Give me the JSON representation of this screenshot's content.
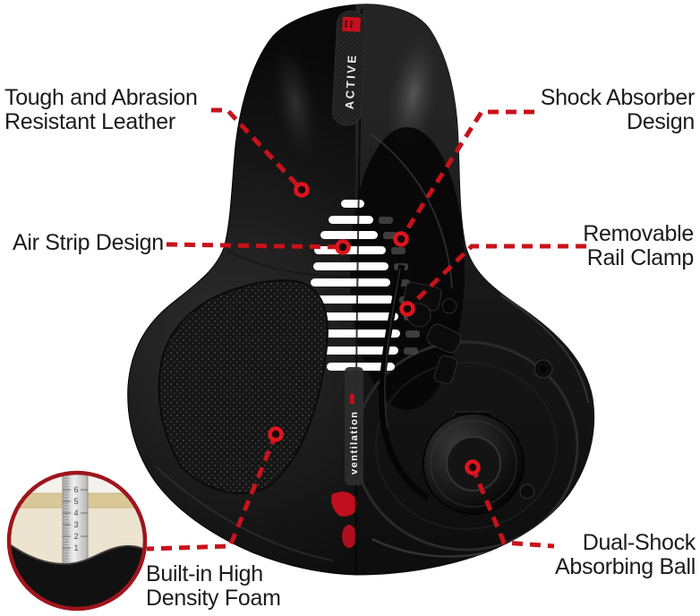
{
  "product": {
    "brand_text": "ACTIVE",
    "ventilation_text": "ventilation"
  },
  "callouts": [
    {
      "id": "leather",
      "lines": [
        "Tough and Abrasion",
        "Resistant Leather"
      ]
    },
    {
      "id": "air-strip",
      "lines": [
        "Air Strip Design"
      ]
    },
    {
      "id": "shock-absorber",
      "lines": [
        "Shock Absorber",
        "Design"
      ]
    },
    {
      "id": "rail-clamp",
      "lines": [
        "Removable",
        "Rail Clamp"
      ]
    },
    {
      "id": "foam",
      "lines": [
        "Built-in High",
        "Density Foam"
      ]
    },
    {
      "id": "shock-ball",
      "lines": [
        "Dual-Shock",
        "Absorbing Ball"
      ]
    }
  ],
  "inset": {
    "ruler_numbers_top_to_bottom": [
      "6",
      "5",
      "4",
      "3",
      "2",
      "1"
    ]
  },
  "colors": {
    "leader_red": "#c8121a",
    "dot_red": "#e0141e",
    "accent_red": "#c00f1e",
    "ring_red": "#9e151d",
    "brand_block_red": "#c8101c",
    "label_text": "#1b1b1b"
  }
}
